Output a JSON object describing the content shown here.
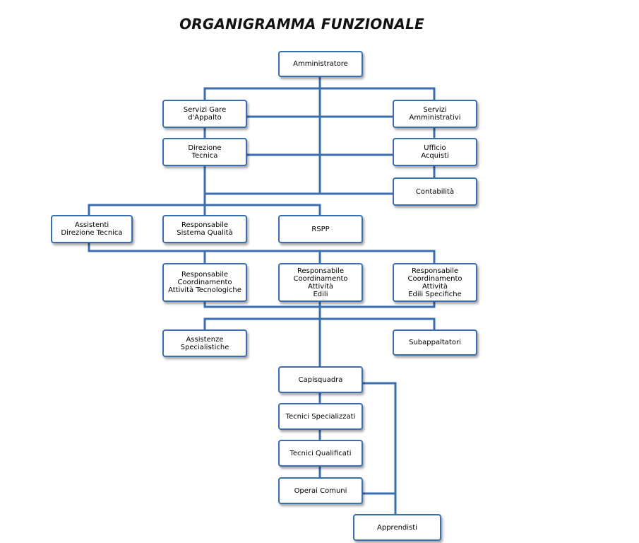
{
  "title": "ORGANIGRAMMA FUNZIONALE",
  "colors": {
    "line": "#3a6eb0",
    "box_border": "#3a6eb0",
    "box_fill": "#ffffff"
  },
  "nodes": {
    "amministratore": "Amministratore",
    "servizi_gare": "Servizi Gare\nd'Appalto",
    "servizi_amministrativi": "Servizi\nAmministrativi",
    "direzione_tecnica": "Direzione\nTecnica",
    "ufficio_acquisti": "Ufficio\nAcquisti",
    "contabilita": "Contabilità",
    "assistenti_dt": "Assistenti\nDirezione  Tecnica",
    "resp_qualita": "Responsabile\nSistema Qualità",
    "rspp": "RSPP",
    "resp_tecnologiche": "Responsabile\nCoordinamento\nAttività Tecnologiche",
    "resp_edili": "Responsabile\nCoordinamento\nAttività\nEdili",
    "resp_edili_specifiche": "Responsabile\nCoordinamento\nAttività\nEdili Specifiche",
    "assistenze_specialistiche": "Assistenze\nSpecialistiche",
    "subappaltatori": "Subappaltatori",
    "capisquadra": "Capisquadra",
    "tecnici_specializzati": "Tecnici Specializzati",
    "tecnici_qualificati": "Tecnici Qualificati",
    "operai_comuni": "Operai Comuni",
    "apprendisti": "Apprendisti"
  }
}
